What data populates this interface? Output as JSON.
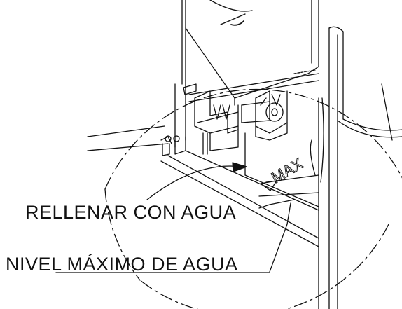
{
  "callouts": {
    "fill_water": "RELLENAR CON AGUA",
    "max_level": "NIVEL MÁXIMO DE AGUA"
  },
  "markings": {
    "max_mark": "MAX"
  },
  "colors": {
    "line": "#111111",
    "background": "#ffffff"
  }
}
